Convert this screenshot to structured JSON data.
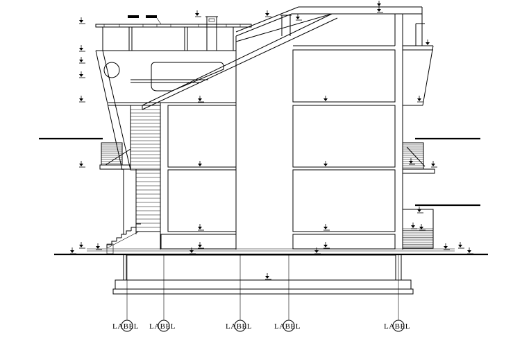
{
  "drawing": {
    "type": "building section / elevation (CAD)",
    "grid_labels": [
      "LABEL",
      "LABEL",
      "LABEL",
      "LABEL",
      "LABEL"
    ],
    "level_marker_icon": "level-arrow-icon",
    "grid_bubble_icon": "grid-bubble-icon"
  }
}
